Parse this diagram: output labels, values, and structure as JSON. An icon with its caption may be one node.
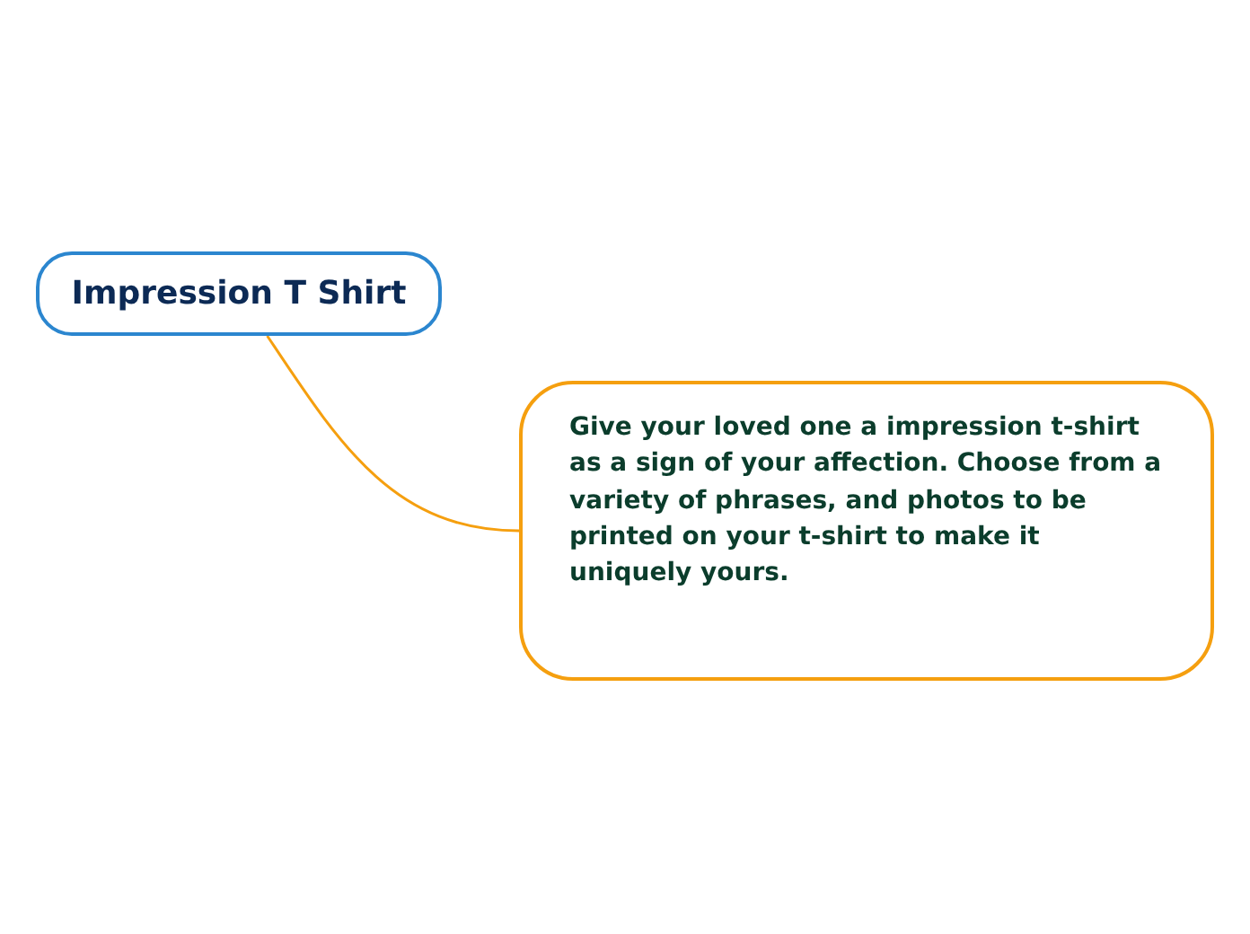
{
  "diagram": {
    "nodes": [
      {
        "text": [
          "Impression T Shirt"
        ]
      },
      {
        "text": [
          "Give your loved one a impression t-shirt as a sign of your affection. Choose from a variety of phrases, and photos to be printed on your t-shirt to make it uniquely yours."
        ]
      }
    ],
    "edges": [
      {
        "from": 0,
        "to": 1,
        "arrow": "none"
      }
    ]
  }
}
